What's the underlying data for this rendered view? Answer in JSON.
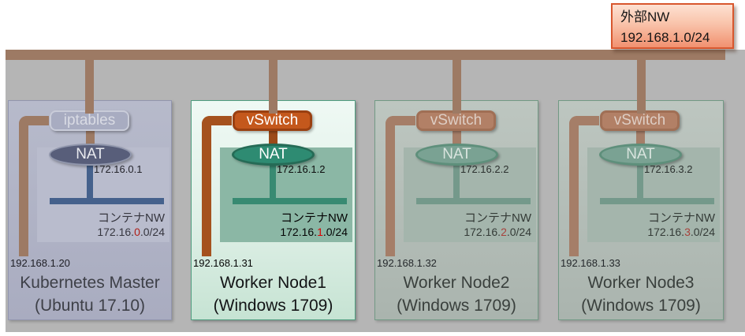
{
  "external_network": {
    "name": "外部NW",
    "cidr": "192.168.1.0/24"
  },
  "nodes": [
    {
      "switch": "iptables",
      "nat": "NAT",
      "gateway_ip": "172.16.0.1",
      "container_nw_label": "コンテナNW",
      "subnet_prefix": "172.16.",
      "subnet_octet": "0",
      "subnet_suffix": ".0/24",
      "host_ip": "192.168.1.20",
      "title": "Kubernetes Master",
      "os": "(Ubuntu 17.10)"
    },
    {
      "switch": "vSwitch",
      "nat": "NAT",
      "gateway_ip": "172.16.1.2",
      "container_nw_label": "コンテナNW",
      "subnet_prefix": "172.16.",
      "subnet_octet": "1",
      "subnet_suffix": ".0/24",
      "host_ip": "192.168.1.31",
      "title": "Worker Node1",
      "os": "(Windows 1709)"
    },
    {
      "switch": "vSwitch",
      "nat": "NAT",
      "gateway_ip": "172.16.2.2",
      "container_nw_label": "コンテナNW",
      "subnet_prefix": "172.16.",
      "subnet_octet": "2",
      "subnet_suffix": ".0/24",
      "host_ip": "192.168.1.32",
      "title": "Worker Node2",
      "os": "(Windows 1709)"
    },
    {
      "switch": "vSwitch",
      "nat": "NAT",
      "gateway_ip": "172.16.3.2",
      "container_nw_label": "コンテナNW",
      "subnet_prefix": "172.16.",
      "subnet_octet": "3",
      "subnet_suffix": ".0/24",
      "host_ip": "192.168.1.33",
      "title": "Worker Node3",
      "os": "(Windows 1709)"
    }
  ],
  "colors": {
    "bus_brown": "#9d7a64",
    "highlight_orange": "#c4581c",
    "active_teal": "#2e8b72",
    "master_slate": "#45618c",
    "subnet_octet_red": "#d90000",
    "external_label_border": "#d8572e"
  }
}
